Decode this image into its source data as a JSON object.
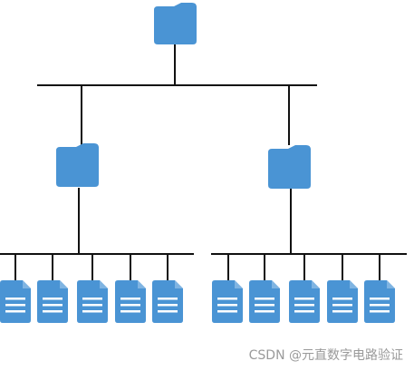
{
  "colors": {
    "node_fill": "#4a94d4",
    "node_fill_dark": "#3a80c0",
    "doc_lines": "#ffffff",
    "connector": "#111111",
    "watermark": "#9a9a9a"
  },
  "icons": {
    "root": "folder-icon",
    "branch": "folder-icon",
    "leaf": "document-icon"
  },
  "tree": {
    "root": {
      "type": "folder",
      "children": [
        {
          "type": "folder",
          "children": [
            {
              "type": "document"
            },
            {
              "type": "document"
            },
            {
              "type": "document"
            },
            {
              "type": "document"
            },
            {
              "type": "document"
            }
          ]
        },
        {
          "type": "folder",
          "children": [
            {
              "type": "document"
            },
            {
              "type": "document"
            },
            {
              "type": "document"
            },
            {
              "type": "document"
            },
            {
              "type": "document"
            }
          ]
        }
      ]
    }
  },
  "watermark": {
    "text": "CSDN @元直数字电路验证"
  }
}
